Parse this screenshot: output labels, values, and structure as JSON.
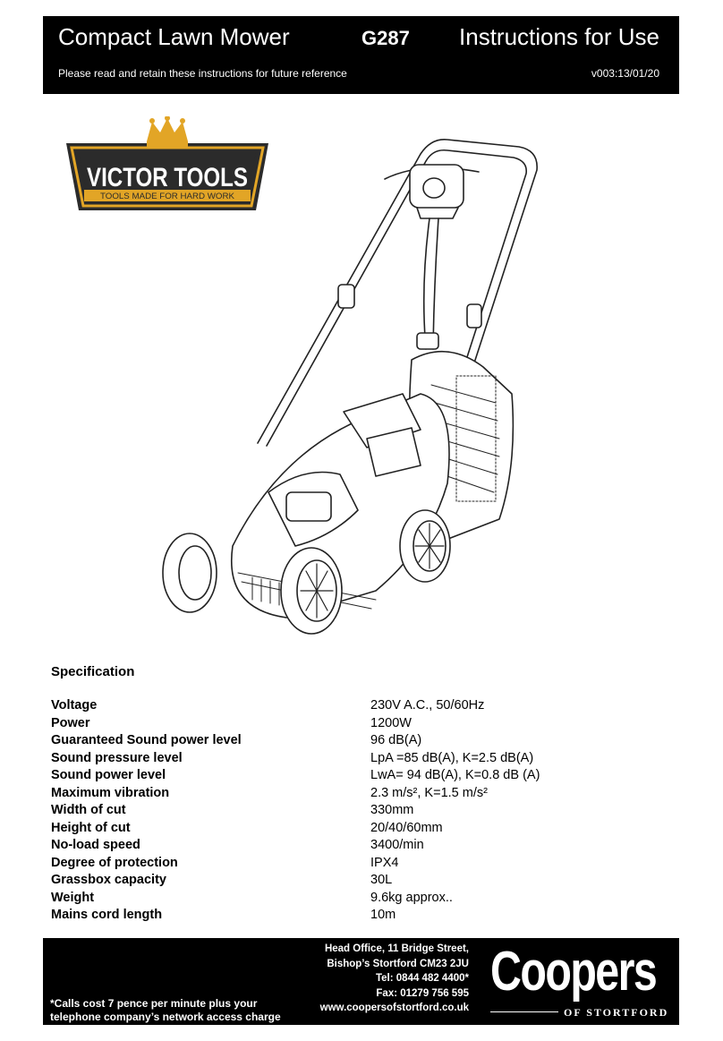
{
  "header": {
    "title": "Compact Lawn Mower",
    "model": "G287",
    "doc_type": "Instructions for Use",
    "subtitle": "Please read and retain these instructions for future reference",
    "version": "v003:13/01/20"
  },
  "logo": {
    "brand": "VICTOR TOOLS",
    "tagline": "TOOLS MADE FOR HARD WORK",
    "colors": {
      "gold": "#e2a526",
      "dark": "#2b2b2b"
    }
  },
  "specification": {
    "heading": "Specification",
    "rows": [
      {
        "label": "Voltage",
        "value": "230V A.C., 50/60Hz"
      },
      {
        "label": "Power",
        "value": "1200W"
      },
      {
        "label": "Guaranteed Sound power level",
        "value": "96 dB(A)"
      },
      {
        "label": "Sound pressure level",
        "value": "LpA =85 dB(A), K=2.5 dB(A)"
      },
      {
        "label": "Sound power level",
        "value": "LwA= 94 dB(A), K=0.8 dB (A)"
      },
      {
        "label": "Maximum vibration",
        "value": "2.3 m/s², K=1.5 m/s²"
      },
      {
        "label": "Width of cut",
        "value": "330mm"
      },
      {
        "label": "Height of cut",
        "value": "20/40/60mm"
      },
      {
        "label": "No-load speed",
        "value": "3400/min"
      },
      {
        "label": "Degree of protection",
        "value": "IPX4"
      },
      {
        "label": "Grassbox capacity",
        "value": "30L"
      },
      {
        "label": "Weight",
        "value": "9.6kg approx.."
      },
      {
        "label": "Mains cord length",
        "value": "10m"
      }
    ]
  },
  "footer": {
    "address": [
      "Head Office, 11 Bridge Street,",
      "Bishop’s Stortford  CM23 2JU",
      "Tel: 0844 482 4400*",
      "Fax: 01279 756 595",
      "www.coopersofstortford.co.uk"
    ],
    "note": [
      "*Calls cost 7 pence per minute plus your",
      "telephone company’s  network access charge"
    ],
    "company": "Coopers",
    "company_tagline": "OF STORTFORD"
  }
}
